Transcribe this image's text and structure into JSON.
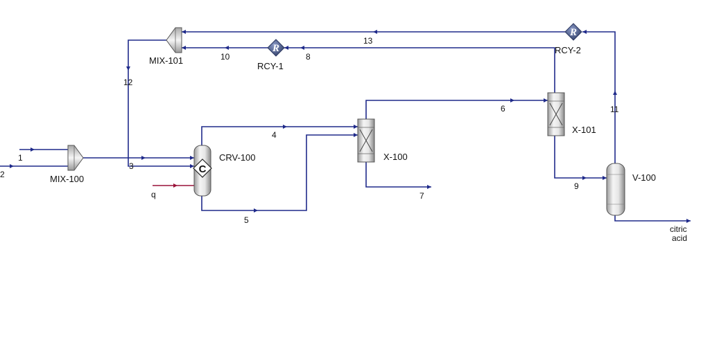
{
  "colors": {
    "stream": "#1f2a8a",
    "energy": "#9a1238",
    "vessel_light": "#f2f2f2",
    "vessel_dark": "#8f8f8f",
    "recycle_fill": "#4a5a86"
  },
  "units": {
    "mix100": "MIX-100",
    "mix101": "MIX-101",
    "crv100": "CRV-100",
    "crv100_symbol": "C",
    "x100": "X-100",
    "x101": "X-101",
    "v100": "V-100",
    "rcy1": "RCY-1",
    "rcy2": "RCY-2",
    "recycle_symbol": "R"
  },
  "streams": {
    "s1": "1",
    "s2": "2",
    "s3": "3",
    "s4": "4",
    "s5": "5",
    "s6": "6",
    "s7": "7",
    "s8": "8",
    "s9": "9",
    "s10": "10",
    "s11": "11",
    "s12": "12",
    "s13": "13",
    "q": "q",
    "product_line1": "citric",
    "product_line2": "acid"
  }
}
